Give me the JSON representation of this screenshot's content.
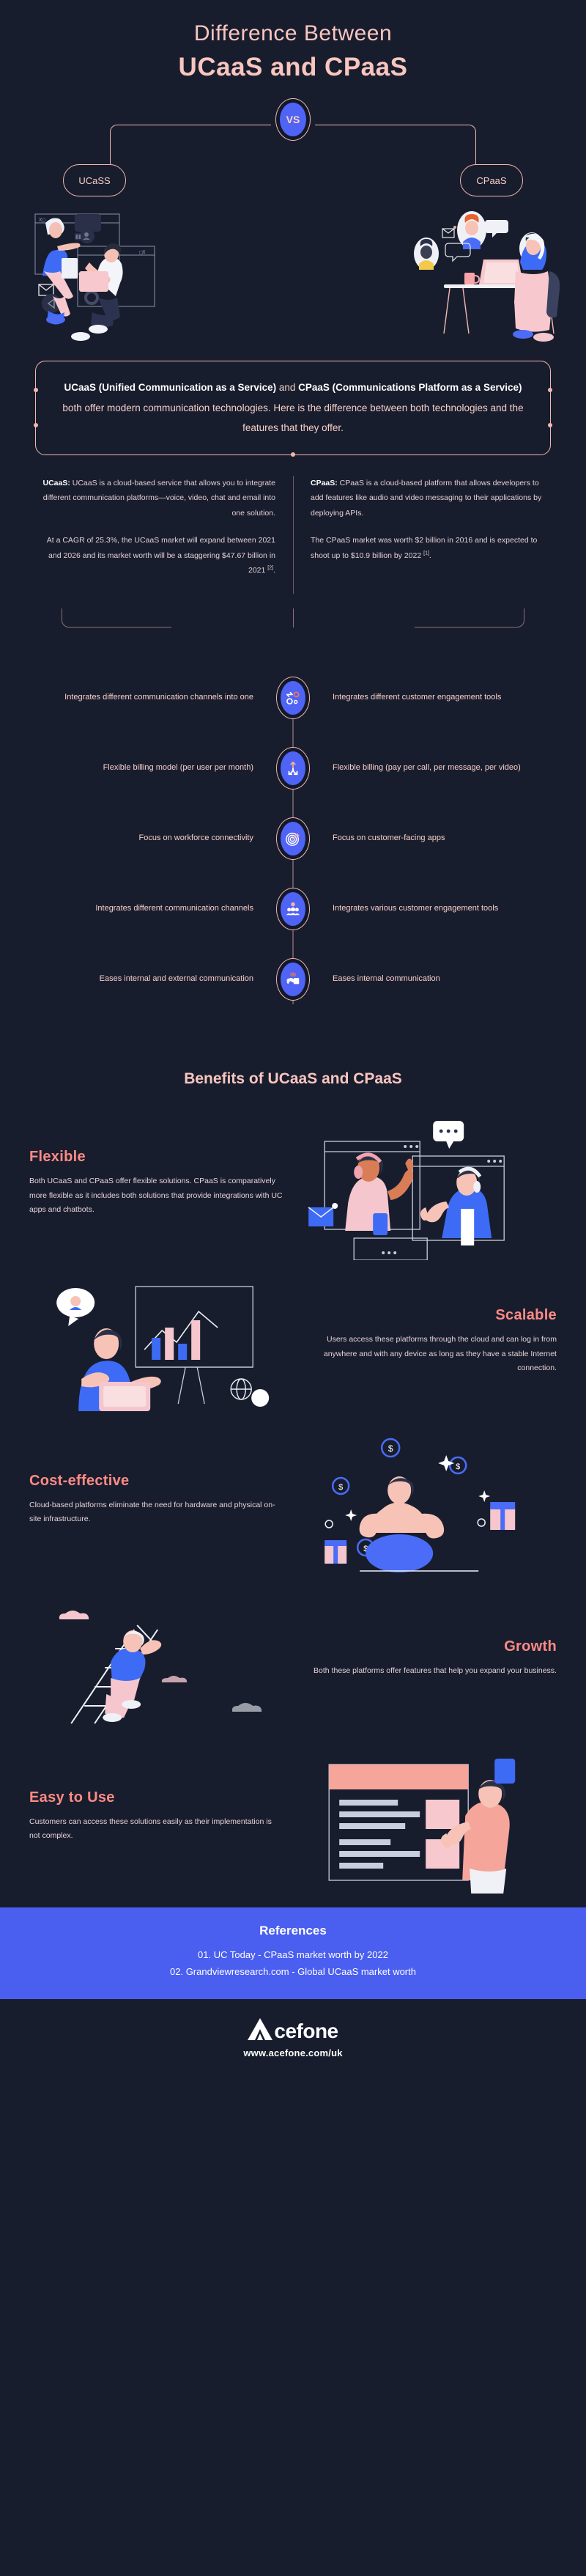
{
  "header": {
    "title_line1": "Difference Between",
    "title_line2": "UCaaS and CPaaS"
  },
  "versus": {
    "badge_label": "VS",
    "left_pill": "UCaSS",
    "right_pill": "CPaaS"
  },
  "definition": {
    "part1": "UCaaS (Unified Communication as a Service)",
    "part2": " and ",
    "part3": "CPaaS (Communications Platform as a Service)",
    "part4": " both offer modern communication technologies. Here is the difference between both technologies and the features that they offer."
  },
  "compare": {
    "left": {
      "term": "UCaaS:",
      "definition": " UCaaS is a cloud-based service that allows you to integrate different communication platforms—voice, video, chat and email into one solution.",
      "stat": "At a CAGR of 25.3%, the UCaaS market will expand between 2021 and 2026 and its market worth will be a staggering $47.67 billion in 2021",
      "stat_ref": "[2]",
      "stat_end": "."
    },
    "right": {
      "term": "CPaaS:",
      "definition": " CPaaS is a cloud-based platform that allows developers to add features like audio and video messaging to their applications by deploying APIs.",
      "stat": "The CPaaS market was worth $2 billion in 2016 and is expected to shoot up to $10.9 billion by 2022",
      "stat_ref": "[1]",
      "stat_end": "."
    }
  },
  "features": [
    {
      "icon": "gears-integration-icon",
      "left": "Integrates different communication channels into one",
      "right": "Integrates different customer engagement tools"
    },
    {
      "icon": "split-arrows-icon",
      "left": "Flexible billing model (per user per month)",
      "right": "Flexible billing (pay per call, per message, per video)"
    },
    {
      "icon": "target-dart-icon",
      "left": "Focus on workforce connectivity",
      "right": "Focus on customer-facing apps"
    },
    {
      "icon": "people-group-icon",
      "left": "Integrates different communication channels",
      "right": "Integrates various customer engagement tools"
    },
    {
      "icon": "handshake-icon",
      "left": "Eases internal and external communication",
      "right": "Eases internal communication"
    }
  ],
  "benefits_title": "Benefits of UCaaS and CPaaS",
  "benefits": [
    {
      "heading": "Flexible",
      "body": "Both UCaaS and CPaaS offer flexible solutions. CPaaS is comparatively more flexible as it includes both solutions that provide integrations with UC apps and chatbots.",
      "art": "video-call-illustration",
      "align": "ltr"
    },
    {
      "heading": "Scalable",
      "body": "Users access these platforms through the cloud and can log in from anywhere and with any device as long as they have a stable Internet connection.",
      "art": "presentation-chart-illustration",
      "align": "rtl"
    },
    {
      "heading": "Cost-effective",
      "body": "Cloud-based platforms eliminate the need for hardware and physical on-site infrastructure.",
      "art": "strong-money-illustration",
      "align": "ltr"
    },
    {
      "heading": "Growth",
      "body": "Both these platforms offer features that help you expand your business.",
      "art": "climbing-ladder-illustration",
      "align": "rtl"
    },
    {
      "heading": "Easy to Use",
      "body": "Customers can access these solutions easily as their implementation is not complex.",
      "art": "web-builder-illustration",
      "align": "ltr"
    }
  ],
  "references": {
    "title": "References",
    "items": [
      "01. UC Today - CPaaS market worth by 2022",
      "02.  Grandviewresearch.com - Global UCaaS market worth"
    ]
  },
  "footer": {
    "brand": "cefone",
    "url": "www.acefone.com/uk"
  },
  "colors": {
    "background": "#181d2e",
    "accent_pink": "#f9c6bf",
    "accent_coral": "#ff8b84",
    "accent_blue": "#4f63f5",
    "reference_bar": "#4a5ef0"
  }
}
